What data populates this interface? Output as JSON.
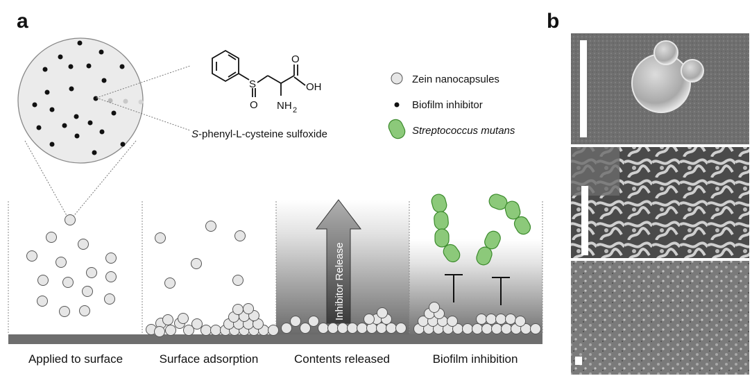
{
  "panel_a": {
    "letter": "a",
    "chemical": {
      "name_italic": "S",
      "name_rest": "-phenyl-L-cysteine sulfoxide",
      "atoms": {
        "s": "S",
        "o": "O",
        "oh": "OH",
        "o2": "O",
        "nh": "NH",
        "sub2": "2"
      }
    },
    "legend": [
      {
        "label": "Zein nanocapsules",
        "italic": false,
        "icon": "nanocapsule-circle"
      },
      {
        "label": "Biofilm inhibitor",
        "italic": false,
        "icon": "inhibitor-dot"
      },
      {
        "label": "Streptococcus mutans",
        "italic": true,
        "icon": "bacterium-green"
      }
    ],
    "arrow_label": "Inhibitor Release",
    "stages": [
      "Applied to surface",
      "Surface adsorption",
      "Contents released",
      "Biofilm inhibition"
    ],
    "colors": {
      "capsule_fill": "#e6e6e6",
      "bacteria_fill": "#8cc97a",
      "bacteria_stroke": "#3b8a2c",
      "surface": "#6e6e6e"
    }
  },
  "panel_b": {
    "letter": "b",
    "images": [
      "sem-single-nanocapsule",
      "sem-aggregated-network",
      "sem-low-magnification-film"
    ]
  }
}
